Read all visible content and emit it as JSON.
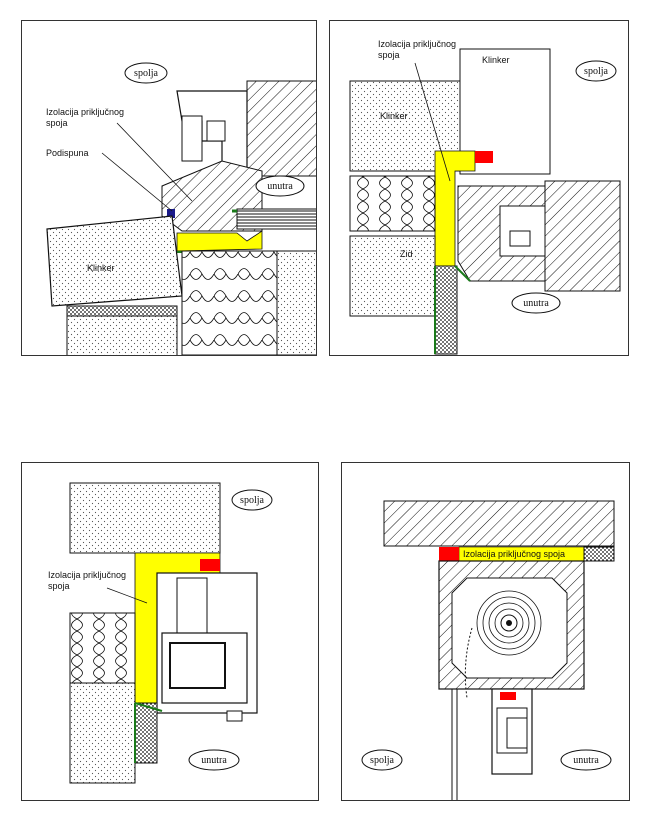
{
  "panel1": {
    "outside": "spolja",
    "inside": "unutra",
    "joint_insulation_line1": "Izolacija priključnog",
    "joint_insulation_line2": "spoja",
    "grout": "Podispuna",
    "material": "Klinker"
  },
  "panel2": {
    "outside": "spolja",
    "inside": "unutra",
    "joint_insulation_line1": "Izolacija priključnog",
    "joint_insulation_line2": "spoja",
    "material_top": "Klinker",
    "material_main": "Klinker",
    "wall": "Zid"
  },
  "panel3": {
    "outside": "spolja",
    "inside": "unutra",
    "joint_insulation_line1": "Izolacija priključnog",
    "joint_insulation_line2": "spoja"
  },
  "panel4": {
    "outside": "spolja",
    "inside": "unutra",
    "joint_insulation": "Izolacija priključnog spoja"
  },
  "colors": {
    "insulation": "#ffff00",
    "seal_red": "#ff0000",
    "seal_green": "#1a7a1a",
    "seal_blue": "#1a1a8a"
  }
}
